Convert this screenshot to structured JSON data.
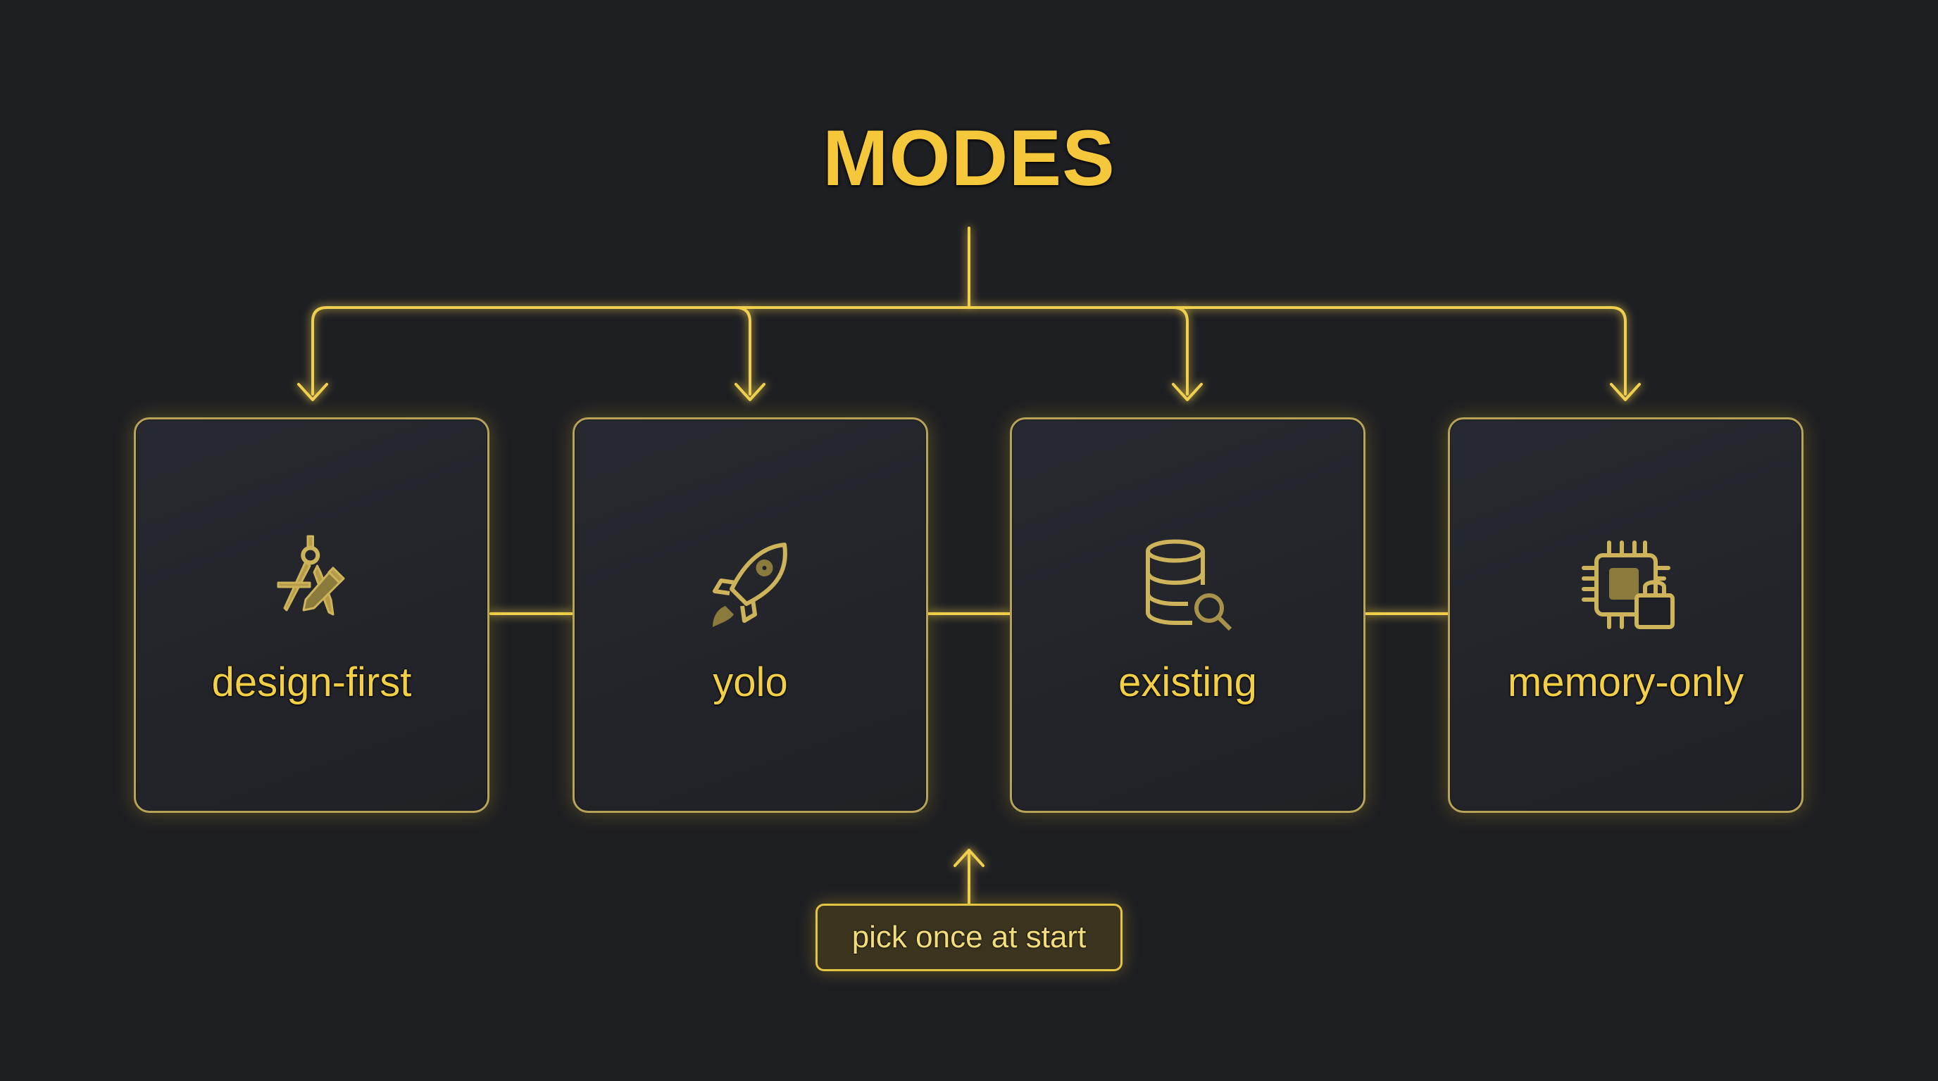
{
  "title": "MODES",
  "accent_color": "#f5c83c",
  "background_color": "#1e1f23",
  "modes": [
    {
      "label": "design-first",
      "icon": "compass-pencil-icon"
    },
    {
      "label": "yolo",
      "icon": "rocket-icon"
    },
    {
      "label": "existing",
      "icon": "database-search-icon"
    },
    {
      "label": "memory-only",
      "icon": "chip-lock-icon"
    }
  ],
  "note": {
    "label": "pick once at start"
  }
}
